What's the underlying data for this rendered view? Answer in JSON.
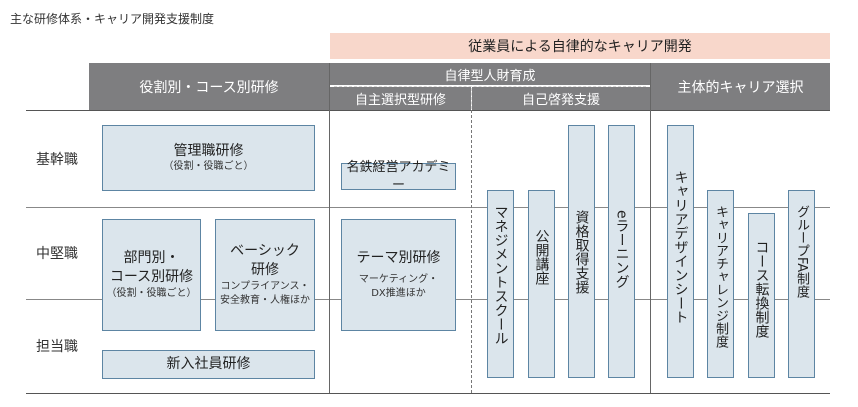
{
  "title": "主な研修体系・キャリア開発支援制度",
  "banner": "従業員による自律的なキャリア開発",
  "headers": {
    "course": "役割別・コース別研修",
    "autonomous": "自律型人財育成",
    "self_select": "自主選択型研修",
    "self_dev": "自己啓発支援",
    "career": "主体的キャリア選択"
  },
  "rows": [
    "基幹職",
    "中堅職",
    "担当職"
  ],
  "boxes": {
    "mgmt_main": "管理職研修",
    "mgmt_sub": "（役割・役職ごと）",
    "dept_main1": "部門別・",
    "dept_main2": "コース別研修",
    "dept_sub": "（役割・役職ごと）",
    "basic_main1": "ベーシック",
    "basic_main2": "研修",
    "basic_sub1": "コンプライアンス・",
    "basic_sub2": "安全教育・人権ほか",
    "newhire": "新入社員研修",
    "academy": "名鉄経営アカデミー",
    "theme_main": "テーマ別研修",
    "theme_sub1": "マーケティング・",
    "theme_sub2": "DX推進ほか"
  },
  "vertical": {
    "mgmt_school": "マネジメントスクール",
    "public_course": "公開講座",
    "qualification": "資格取得支援",
    "elearning": "eラーニング",
    "career_design": "キャリアデザインシート",
    "career_challenge": "キャリアチャレンジ制度",
    "course_change": "コース転換制度",
    "group_fa": "グループFA制度"
  }
}
